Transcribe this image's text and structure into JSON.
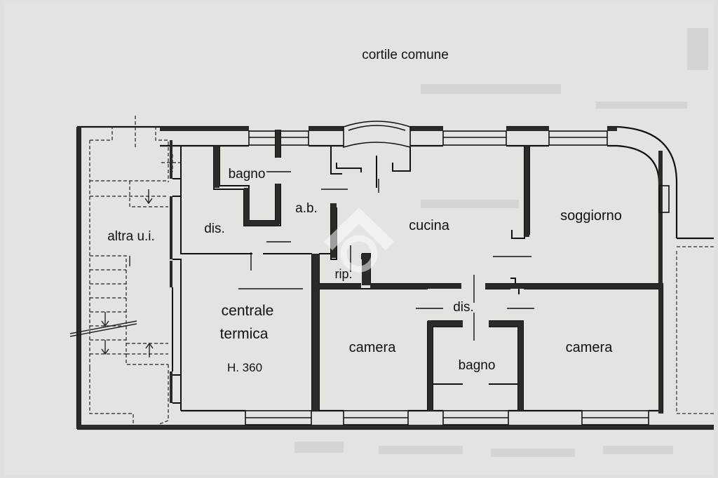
{
  "plan": {
    "courtyard_label": "cortile comune",
    "rooms": {
      "bagno_top": "bagno",
      "ab": "a.b.",
      "dis_left": "dis.",
      "cucina": "cucina",
      "soggiorno": "soggiorno",
      "altra_ui": "altra u.i.",
      "rip": "rip.",
      "dis_center": "dis.",
      "centrale_line1": "centrale",
      "centrale_line2": "termica",
      "height_note": "H. 360",
      "camera_left": "camera",
      "bagno_bottom": "bagno",
      "camera_right": "camera"
    }
  },
  "colors": {
    "paper": "#dfe1dc",
    "wall_fill": "#2a2a2a",
    "line": "#111111",
    "faint_text": "#c6c8c3"
  }
}
